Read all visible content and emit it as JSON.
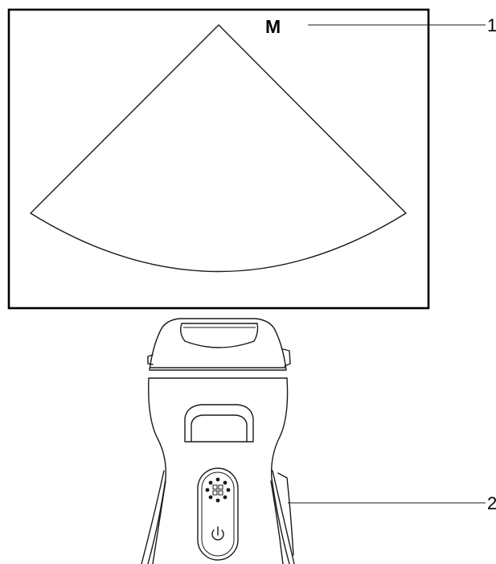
{
  "screen": {
    "mode_label": "M"
  },
  "callouts": [
    {
      "number": "1",
      "target": "screen display"
    },
    {
      "number": "2",
      "target": "probe"
    }
  ],
  "probe": {
    "buttons": [
      {
        "icon": "grid-menu-icon"
      },
      {
        "icon": "power-icon"
      }
    ]
  },
  "colors": {
    "line": "#1a1a1a",
    "background": "#ffffff"
  }
}
